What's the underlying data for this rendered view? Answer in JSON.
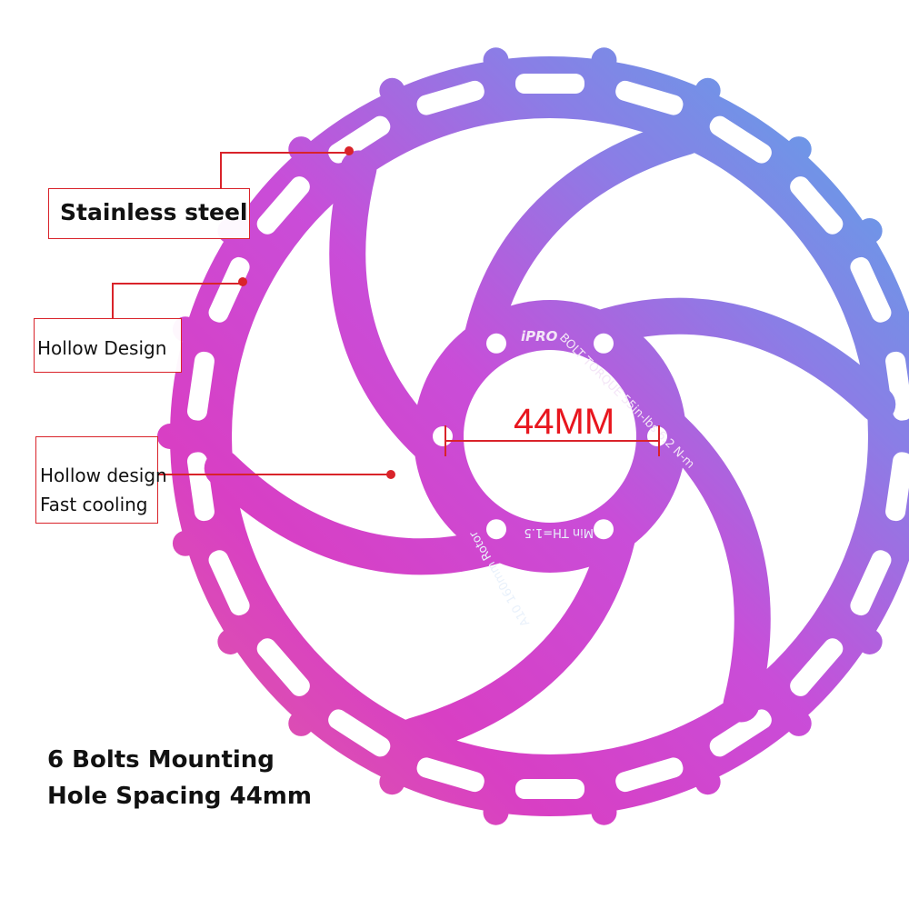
{
  "callouts": {
    "material": "Stainless steel",
    "design": "Hollow Design",
    "cooling_line1": "Hollow design",
    "cooling_line2": "Fast cooling"
  },
  "dimension_label": "44MM",
  "caption": {
    "line1": "6 Bolts Mounting",
    "line2": "Hole Spacing 44mm"
  },
  "rotor": {
    "brand_mark": "iPRO",
    "engraving_top": "BOLT TORQUE 55in-lbs 6.2 N-m",
    "engraving_min": "Min TH=1.5",
    "engraving_size": "A10 160mm Rotor",
    "bolt_count": 6
  },
  "colors": {
    "accent": "#d9232a",
    "rotor_magenta": "#d83fc4",
    "rotor_blue": "#4fa8e8",
    "rotor_gold": "#d6b24a"
  }
}
